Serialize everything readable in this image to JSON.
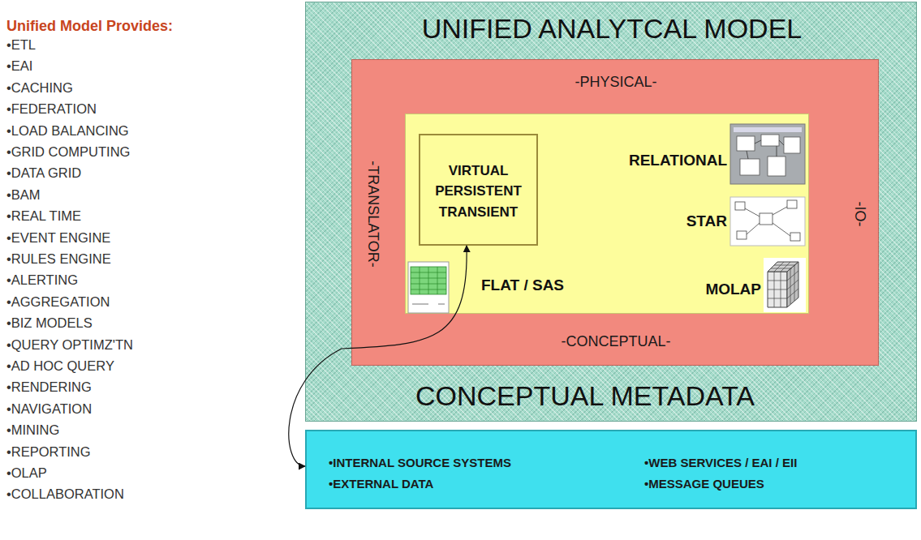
{
  "diagram": {
    "title": "Unified Model Provides:",
    "nodes": [
      {
        "text": [
          "UNIFIED ANALYTCAL MODEL",
          "CONCEPTUAL METADATA"
        ]
      },
      {
        "text": [
          "-PHYSICAL-",
          "-TRANSLATOR-",
          "-IO-",
          "-CONCEPTUAL-"
        ],
        "in": 0
      },
      {
        "text": [
          "RELATIONAL",
          "STAR",
          "FLAT / SAS",
          "MOLAP"
        ],
        "in": 1
      },
      {
        "text": [
          "VIRTUAL PERSISTENT TRANSIENT"
        ],
        "in": 2
      },
      {
        "text": [
          "•INTERNAL SOURCE SYSTEMS",
          "•EXTERNAL DATA",
          "•WEB SERVICES / EAI / EII",
          "•MESSAGE QUEUES"
        ]
      }
    ],
    "edges": [
      {
        "from": 4,
        "to": 3,
        "arrow": "both"
      }
    ],
    "labels": [
      "•ETL",
      "•EAI",
      "•CACHING",
      "•FEDERATION",
      "•LOAD BALANCING",
      "•GRID COMPUTING",
      "•DATA GRID",
      "•BAM",
      "•REAL TIME",
      "•EVENT ENGINE",
      "•RULES ENGINE",
      "•ALERTING",
      "•AGGREGATION",
      "•BIZ MODELS",
      "•QUERY OPTIMZ'TN",
      "•AD HOC QUERY",
      "•RENDERING",
      "•NAVIGATION",
      "•MINING",
      "•REPORTING",
      "•OLAP",
      "•COLLABORATION"
    ]
  }
}
